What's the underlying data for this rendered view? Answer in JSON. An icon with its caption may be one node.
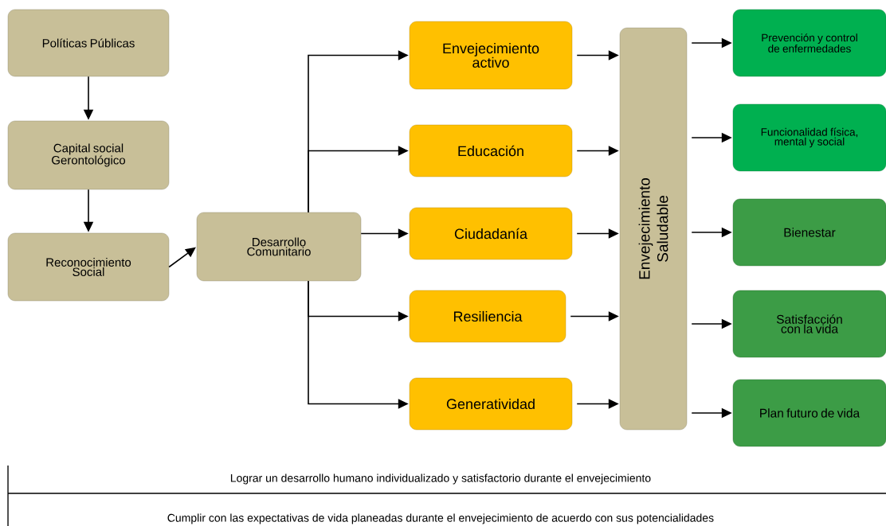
{
  "diagram": {
    "nodes": [
      {
        "text": [
          "Políticas Públicas"
        ]
      },
      {
        "text": [
          "Capital social Gerontológico"
        ]
      },
      {
        "text": [
          "Reconocimiento Social"
        ]
      },
      {
        "text": [
          "Desarrollo Comunitario"
        ]
      },
      {
        "text": [
          "Envejecimiento activo"
        ]
      },
      {
        "text": [
          "Educación"
        ]
      },
      {
        "text": [
          "Ciudadanía"
        ]
      },
      {
        "text": [
          "Resiliencia"
        ]
      },
      {
        "text": [
          "Generatividad"
        ]
      },
      {
        "text": [
          "Envejecimiento Saludable"
        ]
      },
      {
        "text": [
          "Prevención y control de enfermedades"
        ]
      },
      {
        "text": [
          "Funcionalidad física, mental y social"
        ]
      },
      {
        "text": [
          "Bienestar"
        ]
      },
      {
        "text": [
          "Satisfacción con la vida"
        ]
      },
      {
        "text": [
          "Plan futuro de vida"
        ]
      }
    ],
    "edges": [
      {
        "from": 0,
        "to": 1,
        "arrow": "to"
      },
      {
        "from": 1,
        "to": 2,
        "arrow": "to"
      },
      {
        "from": 2,
        "to": 3,
        "arrow": "to"
      },
      {
        "from": 3,
        "to": 4,
        "arrow": "to"
      },
      {
        "from": 3,
        "to": 5,
        "arrow": "to"
      },
      {
        "from": 3,
        "to": 6,
        "arrow": "to"
      },
      {
        "from": 3,
        "to": 7,
        "arrow": "to"
      },
      {
        "from": 3,
        "to": 8,
        "arrow": "to"
      },
      {
        "from": 4,
        "to": 9,
        "arrow": "to"
      },
      {
        "from": 5,
        "to": 9,
        "arrow": "to"
      },
      {
        "from": 6,
        "to": 9,
        "arrow": "to"
      },
      {
        "from": 7,
        "to": 9,
        "arrow": "to"
      },
      {
        "from": 8,
        "to": 9,
        "arrow": "to"
      },
      {
        "from": 9,
        "to": 10,
        "arrow": "to"
      },
      {
        "from": 9,
        "to": 11,
        "arrow": "to"
      },
      {
        "from": 9,
        "to": 12,
        "arrow": "to"
      },
      {
        "from": 9,
        "to": 13,
        "arrow": "to"
      },
      {
        "from": 9,
        "to": 14,
        "arrow": "to"
      }
    ],
    "labels": [
      "Lograr un desarrollo humano individualizado y satisfactorio durante el envejecimiento",
      "Cumplir con las expectativas de vida planeadas durante el envejecimiento de acuerdo con sus potencialidades"
    ]
  }
}
